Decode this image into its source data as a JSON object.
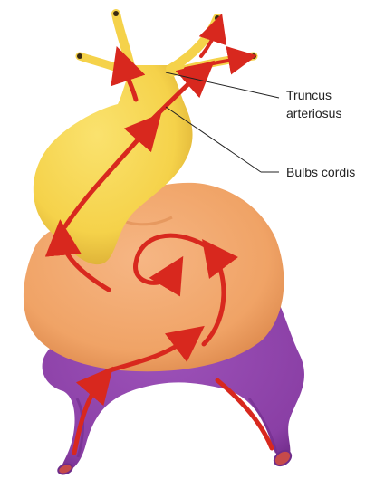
{
  "labels": {
    "truncus_line1": "Truncus",
    "truncus_line2": "arteriosus",
    "bulbs_cordis": "Bulbs cordis"
  },
  "colors": {
    "truncus": "#f5d24a",
    "truncus_shade": "#e0b33a",
    "ventricle": "#f0a366",
    "ventricle_shade": "#e08a52",
    "atrium_veins": "#8a3fa5",
    "atrium_shade": "#6f2c8a",
    "flow_arrow": "#d8281e",
    "vessel_opening": "#3a2a12",
    "vein_opening": "#c64a4a",
    "leader_line": "#222222"
  },
  "icons": {
    "flow": "red-arrow-icon"
  }
}
